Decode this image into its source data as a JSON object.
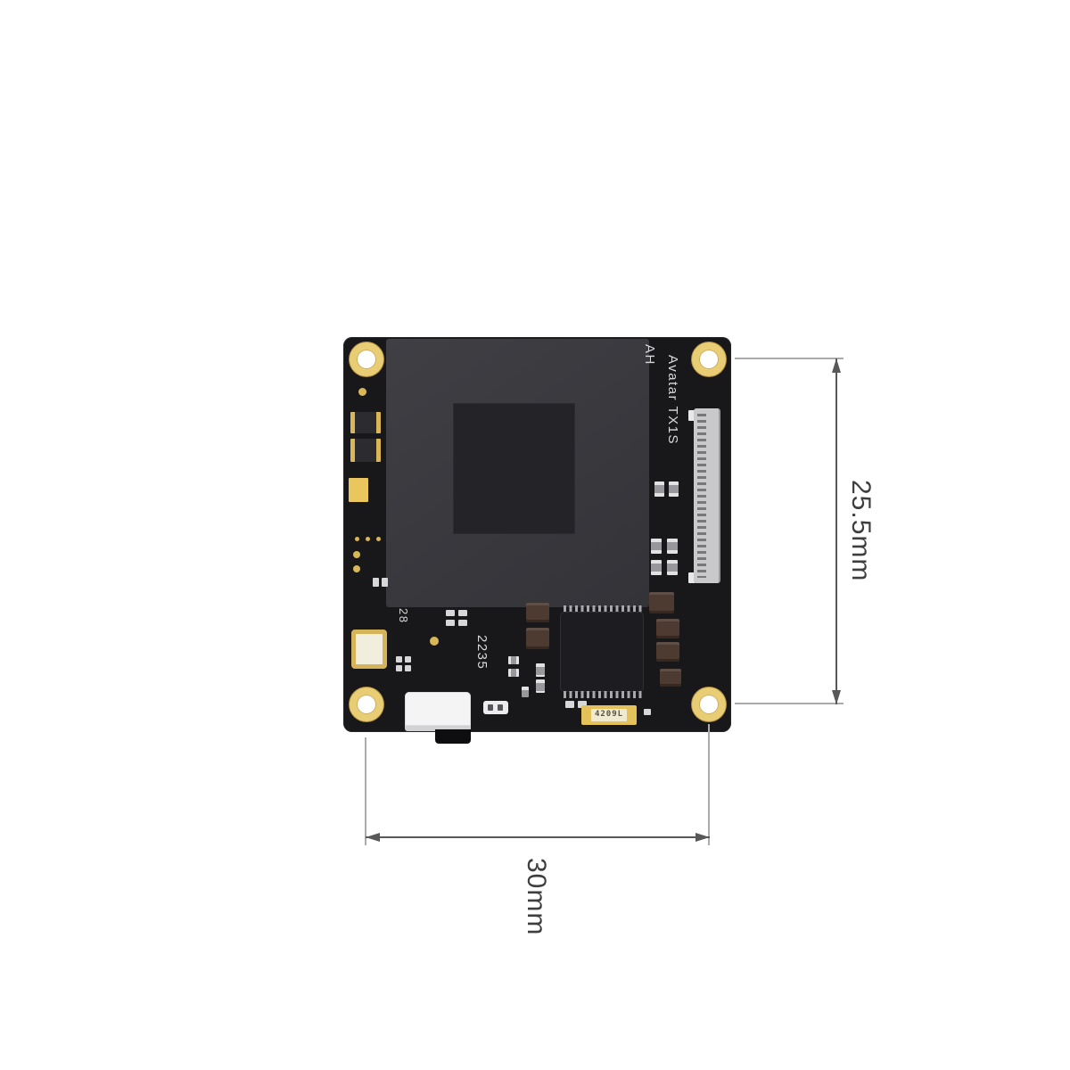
{
  "board": {
    "silkscreen": {
      "ah": "AH",
      "model": "Avatar TX1S",
      "mark_28": "28",
      "mark_2235": "2235"
    },
    "components": {
      "inductor_label": "4209L"
    }
  },
  "dimensions": {
    "height": "25.5mm",
    "width": "30mm"
  },
  "colors": {
    "background": "#ffffff",
    "board": "#18181b",
    "gold": "#e8cd74",
    "module": "#3a3a3f",
    "dimension_line": "#58585a",
    "dimension_text": "#3e3e40",
    "silkscreen_text": "#d9d9d9"
  }
}
